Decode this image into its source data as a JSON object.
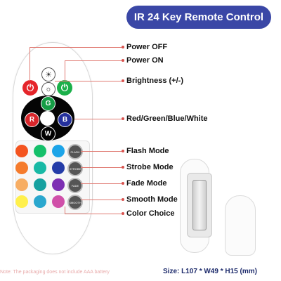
{
  "header": {
    "title": "IR 24 Key Remote Control"
  },
  "labels": {
    "power_off": "Power OFF",
    "power_on": "Power ON",
    "brightness": "Brightness (+/-)",
    "rgbw": "Red/Green/Blue/White",
    "flash": "Flash Mode",
    "strobe": "Strobe Mode",
    "fade": "Fade Mode",
    "smooth": "Smooth Mode",
    "color_choice": "Color Choice"
  },
  "remote": {
    "wheel": {
      "green": "G",
      "red": "R",
      "blue": "B",
      "white": "W"
    },
    "function_buttons": [
      "FLASH",
      "STROBE",
      "FADE",
      "SMOOTH"
    ],
    "color_rows": [
      [
        "#f4541f",
        "#15c06a",
        "#1ca4e8"
      ],
      [
        "#f57b2c",
        "#18b9a5",
        "#243ca8"
      ],
      [
        "#f7ad63",
        "#16a1a0",
        "#7d2fb3"
      ],
      [
        "#fff04c",
        "#2aa7ce",
        "#d050a9"
      ]
    ]
  },
  "footer": {
    "note": "Note: The packaging does not include AAA battery",
    "size": "Size: L107 * W49 * H15 (mm)"
  },
  "colors": {
    "title_bg": "#3a47a6",
    "leader": "#e07b73",
    "size_text": "#1c2a6b"
  }
}
